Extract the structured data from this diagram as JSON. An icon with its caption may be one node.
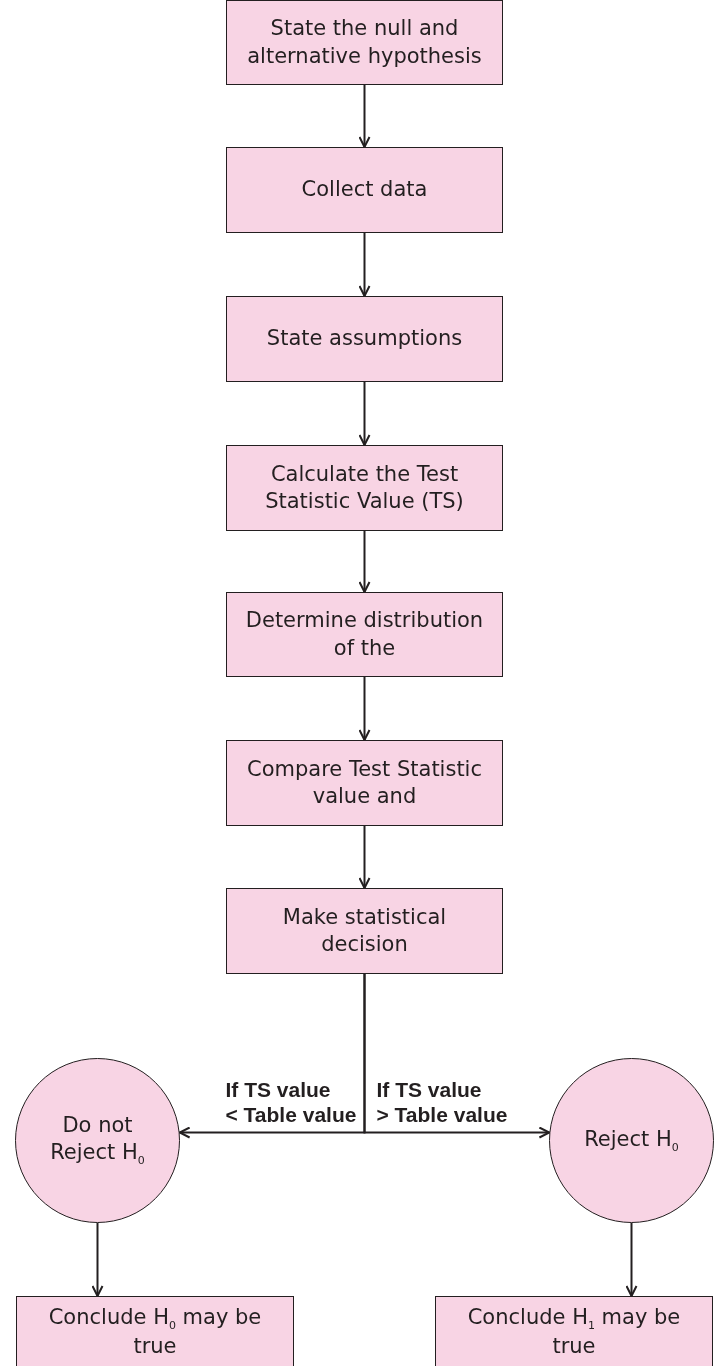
{
  "diagram": {
    "nodes": [
      {
        "text": [
          "State the null and alternative hypothesis"
        ]
      },
      {
        "text": [
          "Collect data"
        ]
      },
      {
        "text": [
          "State assumptions"
        ]
      },
      {
        "text": [
          "Calculate the Test Statistic Value (TS)"
        ]
      },
      {
        "text": [
          "Determine distribution of the"
        ]
      },
      {
        "text": [
          "Compare Test Statistic value and"
        ]
      },
      {
        "text": [
          "Make statistical decision"
        ]
      },
      {
        "text": [
          "Do not Reject H$_{0}$"
        ]
      },
      {
        "text": [
          "Reject H$_{0}$"
        ]
      },
      {
        "text": [
          "Conclude H$_{0}$ may be true"
        ]
      },
      {
        "text": [
          "Conclude H$_{1}$ may be true"
        ]
      }
    ],
    "edges": [
      {
        "from": 0,
        "to": 1,
        "arrow": "to"
      },
      {
        "from": 1,
        "to": 2,
        "arrow": "to"
      },
      {
        "from": 2,
        "to": 3,
        "arrow": "to"
      },
      {
        "from": 3,
        "to": 4,
        "arrow": "to"
      },
      {
        "from": 4,
        "to": 5,
        "arrow": "to"
      },
      {
        "from": 5,
        "to": 6,
        "arrow": "to"
      },
      {
        "from": 6,
        "to": 7,
        "arrow": "to",
        "label": "If TS value < Table value"
      },
      {
        "from": 6,
        "to": 8,
        "arrow": "to",
        "label": "If TS value > Table value"
      },
      {
        "from": 7,
        "to": 9,
        "arrow": "to"
      },
      {
        "from": 8,
        "to": 10,
        "arrow": "to"
      }
    ]
  }
}
